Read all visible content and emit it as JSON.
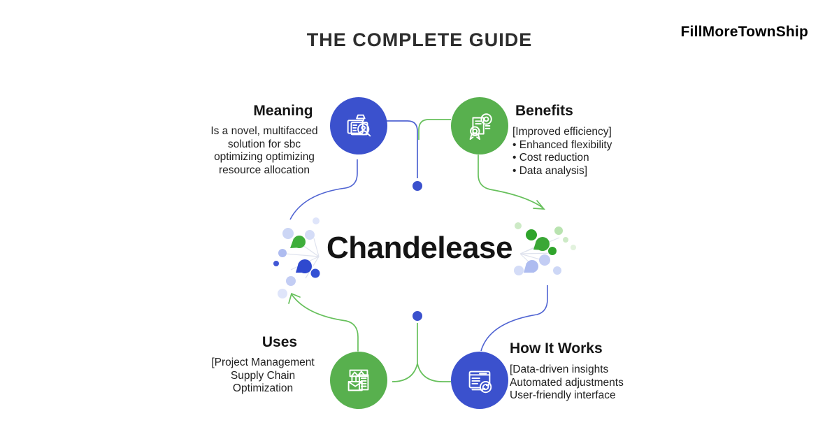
{
  "header": {
    "title": "THE COMPLETE GUIDE",
    "brand": "FillMoreTownShip"
  },
  "center": {
    "title": "Chandelease"
  },
  "sections": {
    "meaning": {
      "title": "Meaning",
      "lines": [
        "Is a novel, multifacced",
        "solution for sbc",
        "optimizing optimizing",
        "resource allocation"
      ],
      "icon": "id-badge-magnifier-icon",
      "circle_color": "#3b51cd"
    },
    "benefits": {
      "title": "Benefits",
      "lines": [
        "[Improved efficiency]",
        "• Enhanced flexibility",
        "• Cost reduction",
        "• Data analysis]"
      ],
      "icon": "certificate-document-icon",
      "circle_color": "#58b04e"
    },
    "uses": {
      "title": "Uses",
      "lines": [
        "[Project Management",
        "Supply Chain",
        "Optimization"
      ],
      "icon": "warehouse-boxes-icon",
      "circle_color": "#58b04e"
    },
    "how_it_works": {
      "title": "How It Works",
      "lines": [
        "[Data-driven insights",
        "Automated adjustments",
        "User-friendly interface"
      ],
      "icon": "monitor-sync-icon",
      "circle_color": "#3b51cd"
    }
  },
  "colors": {
    "node_blue": "#3b51cd",
    "node_green": "#58b04e",
    "line_blue": "#4f63d2",
    "line_green": "#67c05c",
    "dot_blue": "#3b51cd",
    "burst_green_dark": "#2fa42b",
    "burst_green_light": "#cdeac6",
    "burst_lavender": "#c3cdf4",
    "burst_blue": "#2f49cf",
    "text": "#1c1c1c"
  }
}
